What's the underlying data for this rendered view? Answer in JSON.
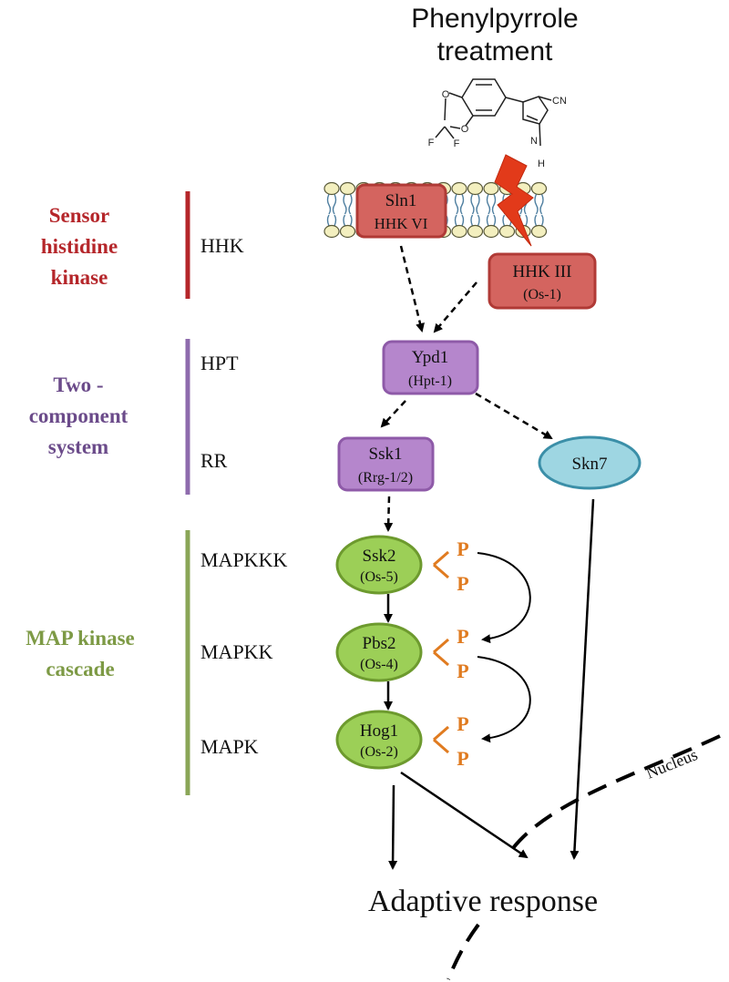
{
  "treatment": {
    "line1": "Phenylpyrrole",
    "line2": "treatment"
  },
  "molecule": {
    "label_o1": "O",
    "label_o2": "O",
    "label_f1": "F",
    "label_f2": "F",
    "label_cn": "CN",
    "label_n": "N",
    "label_h": "H"
  },
  "categories": {
    "sensor": {
      "line1": "Sensor",
      "line2": "histidine",
      "line3": "kinase",
      "color": "#b5262a"
    },
    "two_component": {
      "line1": "Two -",
      "line2": "component",
      "line3": "system",
      "color": "#6b4b8a"
    },
    "map_kinase": {
      "line1": "MAP kinase",
      "line2": "cascade",
      "color": "#7d9a45"
    }
  },
  "levels": {
    "hhk": "HHK",
    "hpt": "HPT",
    "rr": "RR",
    "mapkkk": "MAPKKK",
    "mapkk": "MAPKK",
    "mapk": "MAPK"
  },
  "nodes": {
    "sln1": {
      "name": "Sln1",
      "sub": "HHK VI"
    },
    "hhk3": {
      "name": "HHK III",
      "sub": "(Os-1)"
    },
    "ypd1": {
      "name": "Ypd1",
      "sub": "(Hpt-1)"
    },
    "ssk1": {
      "name": "Ssk1",
      "sub": "(Rrg-1/2)"
    },
    "skn7": {
      "name": "Skn7"
    },
    "ssk2": {
      "name": "Ssk2",
      "sub": "(Os-5)"
    },
    "pbs2": {
      "name": "Pbs2",
      "sub": "(Os-4)"
    },
    "hog1": {
      "name": "Hog1",
      "sub": "(Os-2)"
    }
  },
  "phospho": {
    "label": "P",
    "color": "#e07b20"
  },
  "nucleus": {
    "label": "Nucleus"
  },
  "output": {
    "label": "Adaptive response"
  },
  "colors": {
    "red_box": "#d4645f",
    "red_border": "#b03a36",
    "purple_box": "#b586cc",
    "purple_border": "#8e5aa8",
    "green_node": "#9ccf57",
    "green_border": "#6d9a2e",
    "blue_node": "#9ed6e2",
    "blue_border": "#3b8fa8",
    "bolt": "#e23a1a"
  }
}
